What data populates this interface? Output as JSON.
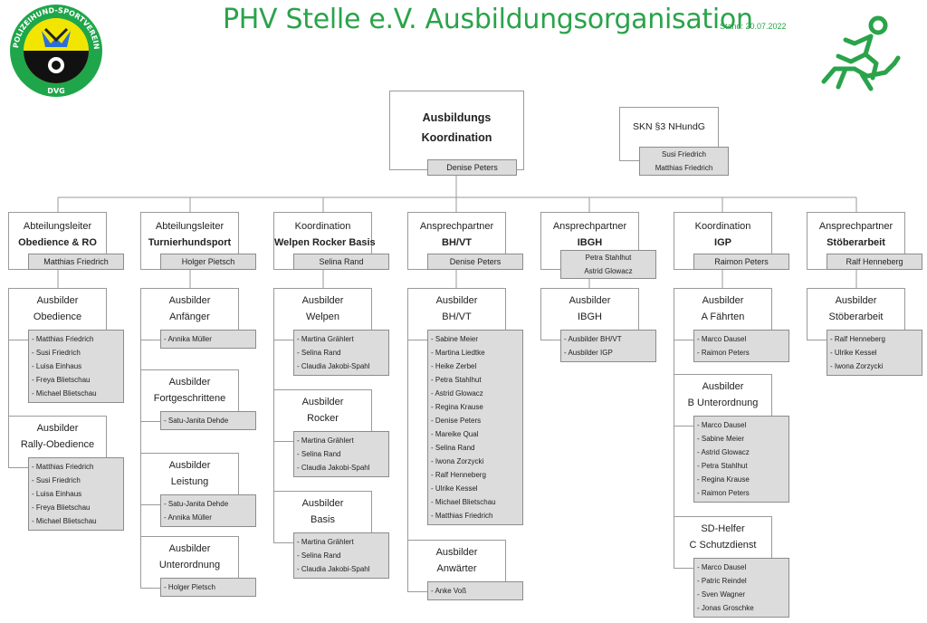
{
  "header": {
    "title": "PHV Stelle e.V. Ausbildungsorganisation",
    "stand": "Stand: 20.07.2022",
    "logo_text_top": "POLIZEIHUND-SPORTVEREIN-STELLE E.V.",
    "logo_text_bottom": "DVG",
    "colors": {
      "accent": "#2aa34a",
      "logo_yellow": "#f2e600",
      "logo_green": "#1fa64a",
      "box_gray": "#dcdcdc"
    }
  },
  "top": {
    "line1": "Ausbildungs",
    "line2": "Koordination",
    "person": "Denise Peters"
  },
  "skn": {
    "label": "SKN §3 NHundG",
    "people": [
      "Susi Friedrich",
      "Matthias Friedrich"
    ]
  },
  "departments": [
    {
      "line1": "Abteilungsleiter",
      "line2": "Obedience & RO",
      "person": "Matthias Friedrich"
    },
    {
      "line1": "Abteilungsleiter",
      "line2": "Turnierhundsport",
      "person": "Holger Pietsch"
    },
    {
      "line1": "Koordination",
      "line2": "Welpen Rocker Basis",
      "person": "Selina Rand"
    },
    {
      "line1": "Ansprechpartner",
      "line2": "BH/VT",
      "person": "Denise Peters"
    },
    {
      "line1": "Ansprechpartner",
      "line2": "IBGH",
      "people": [
        "Petra Stahlhut",
        "Astrid Glowacz"
      ]
    },
    {
      "line1": "Koordination",
      "line2": "IGP",
      "person": "Raimon Peters"
    },
    {
      "line1": "Ansprechpartner",
      "line2": "Stöberarbeit",
      "person": "Ralf Henneberg"
    }
  ],
  "subunits": {
    "col1": [
      {
        "line1": "Ausbilder",
        "line2": "Obedience",
        "people": [
          "- Matthias Friedrich",
          "- Susi Friedrich",
          "- Luisa Einhaus",
          "- Freya Blietschau",
          "- Michael Blietschau"
        ]
      },
      {
        "line1": "Ausbilder",
        "line2": "Rally-Obedience",
        "people": [
          "- Matthias Friedrich",
          "- Susi Friedrich",
          "- Luisa Einhaus",
          "- Freya Blietschau",
          "- Michael Blietschau"
        ]
      }
    ],
    "col2": [
      {
        "line1": "Ausbilder",
        "line2": "Anfänger",
        "people": [
          "- Annika Müller"
        ]
      },
      {
        "line1": "Ausbilder",
        "line2": "Fortgeschrittene",
        "people": [
          "- Satu-Janita Dehde"
        ]
      },
      {
        "line1": "Ausbilder",
        "line2": "Leistung",
        "people": [
          "- Satu-Janita Dehde",
          "- Annika Müller"
        ]
      },
      {
        "line1": "Ausbilder",
        "line2": "Unterordnung",
        "people": [
          "- Holger Pietsch"
        ]
      }
    ],
    "col3": [
      {
        "line1": "Ausbilder",
        "line2": "Welpen",
        "people": [
          "- Martina Grählert",
          "- Selina Rand",
          "- Claudia Jakobi-Spahl"
        ]
      },
      {
        "line1": "Ausbilder",
        "line2": "Rocker",
        "people": [
          "- Martina Grählert",
          "- Selina Rand",
          "- Claudia Jakobi-Spahl"
        ]
      },
      {
        "line1": "Ausbilder",
        "line2": "Basis",
        "people": [
          "- Martina Grählert",
          "- Selina Rand",
          "- Claudia Jakobi-Spahl"
        ]
      }
    ],
    "col4": [
      {
        "line1": "Ausbilder",
        "line2": "BH/VT",
        "people": [
          "- Sabine Meier",
          "- Martina Liedtke",
          "- Heike Zerbel",
          "- Petra Stahlhut",
          "- Astrid Glowacz",
          "- Regina Krause",
          "- Denise Peters",
          "- Mareike Qual",
          "- Selina Rand",
          "- Iwona Zorzycki",
          "- Ralf Henneberg",
          "- Ulrike Kessel",
          "- Michael Blietschau",
          "- Matthias Friedrich"
        ]
      },
      {
        "line1": "Ausbilder",
        "line2": "Anwärter",
        "people": [
          "- Anke Voß"
        ]
      }
    ],
    "col5": [
      {
        "line1": "Ausbilder",
        "line2": "IBGH",
        "people": [
          "- Ausbilder BH/VT",
          "- Ausbilder IGP"
        ]
      }
    ],
    "col6": [
      {
        "line1": "Ausbilder",
        "line2": "A Fährten",
        "people": [
          "- Marco Dausel",
          "- Raimon Peters"
        ]
      },
      {
        "line1": "Ausbilder",
        "line2": "B Unterordnung",
        "people": [
          "- Marco Dausel",
          "- Sabine Meier",
          "- Astrid Glowacz",
          "- Petra Stahlhut",
          "- Regina Krause",
          "- Raimon Peters"
        ]
      },
      {
        "line1": "SD-Helfer",
        "line2": "C Schutzdienst",
        "people": [
          "- Marco Dausel",
          "- Patric Reindel",
          "- Sven Wagner",
          "- Jonas Groschke"
        ]
      }
    ],
    "col7": [
      {
        "line1": "Ausbilder",
        "line2": "Stöberarbeit",
        "people": [
          "- Ralf Henneberg",
          "- Ulrike Kessel",
          "- Iwona Zorzycki"
        ]
      }
    ]
  }
}
